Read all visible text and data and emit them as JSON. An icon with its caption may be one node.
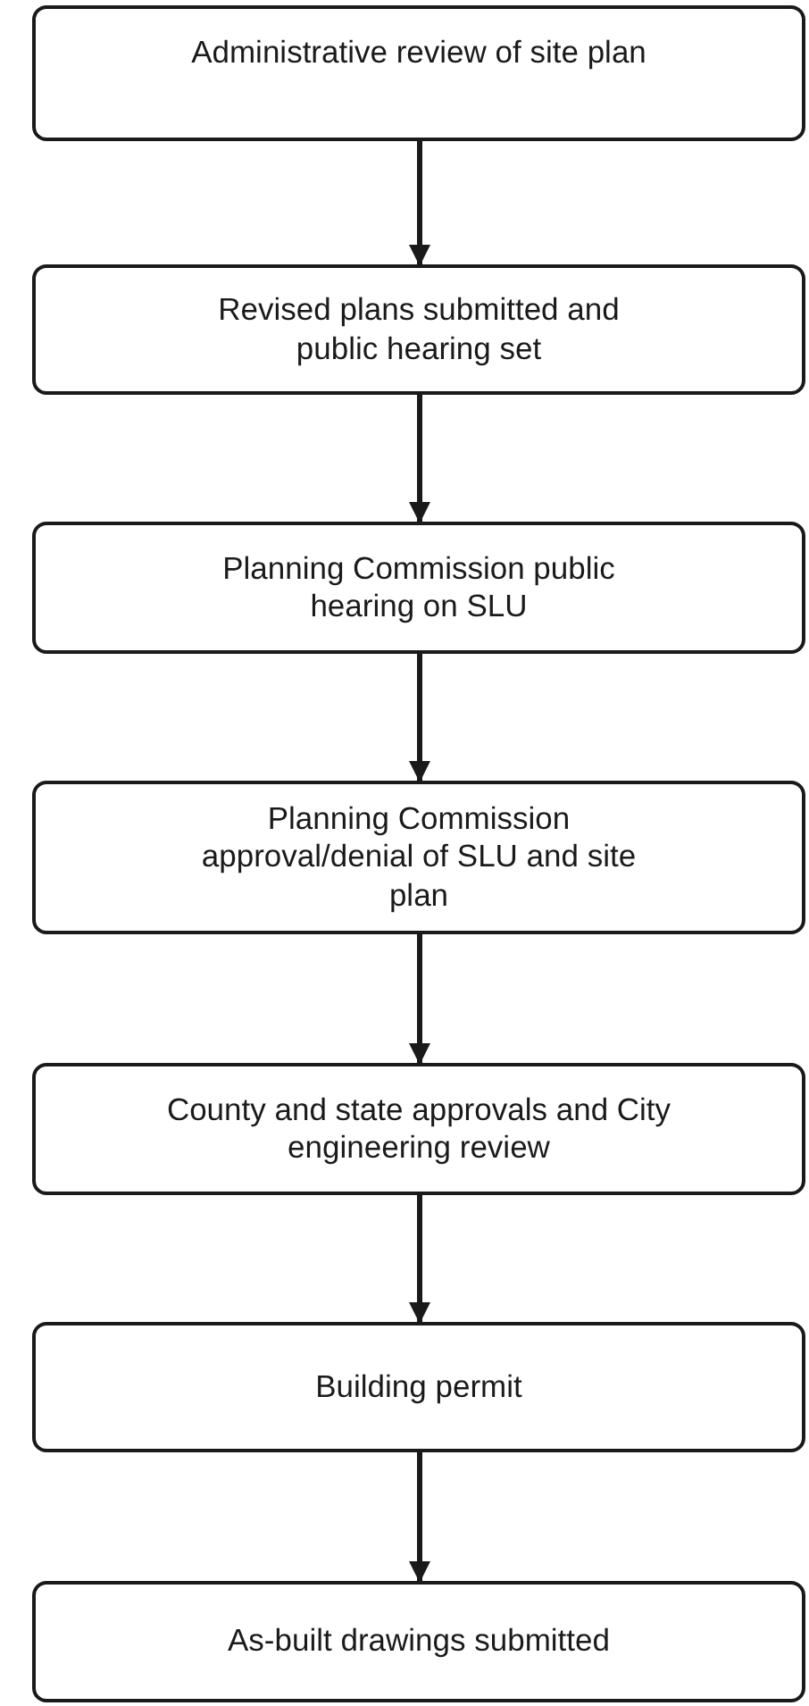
{
  "diagram": {
    "nodes": [
      {
        "text": [
          "Administrative review of site plan"
        ]
      },
      {
        "text": [
          "Revised plans submitted and public hearing set"
        ]
      },
      {
        "text": [
          "Planning Commission public hearing on SLU"
        ]
      },
      {
        "text": [
          "Planning Commission approval/denial of SLU and site plan"
        ]
      },
      {
        "text": [
          "County and state approvals and City engineering review"
        ]
      },
      {
        "text": [
          "Building permit"
        ]
      },
      {
        "text": [
          "As-built drawings submitted"
        ]
      }
    ],
    "edges": [
      {
        "from": 0,
        "to": 1,
        "arrow": "to"
      },
      {
        "from": 1,
        "to": 2,
        "arrow": "to"
      },
      {
        "from": 2,
        "to": 3,
        "arrow": "to"
      },
      {
        "from": 3,
        "to": 4,
        "arrow": "to"
      },
      {
        "from": 4,
        "to": 5,
        "arrow": "to"
      },
      {
        "from": 5,
        "to": 6,
        "arrow": "to"
      }
    ]
  }
}
